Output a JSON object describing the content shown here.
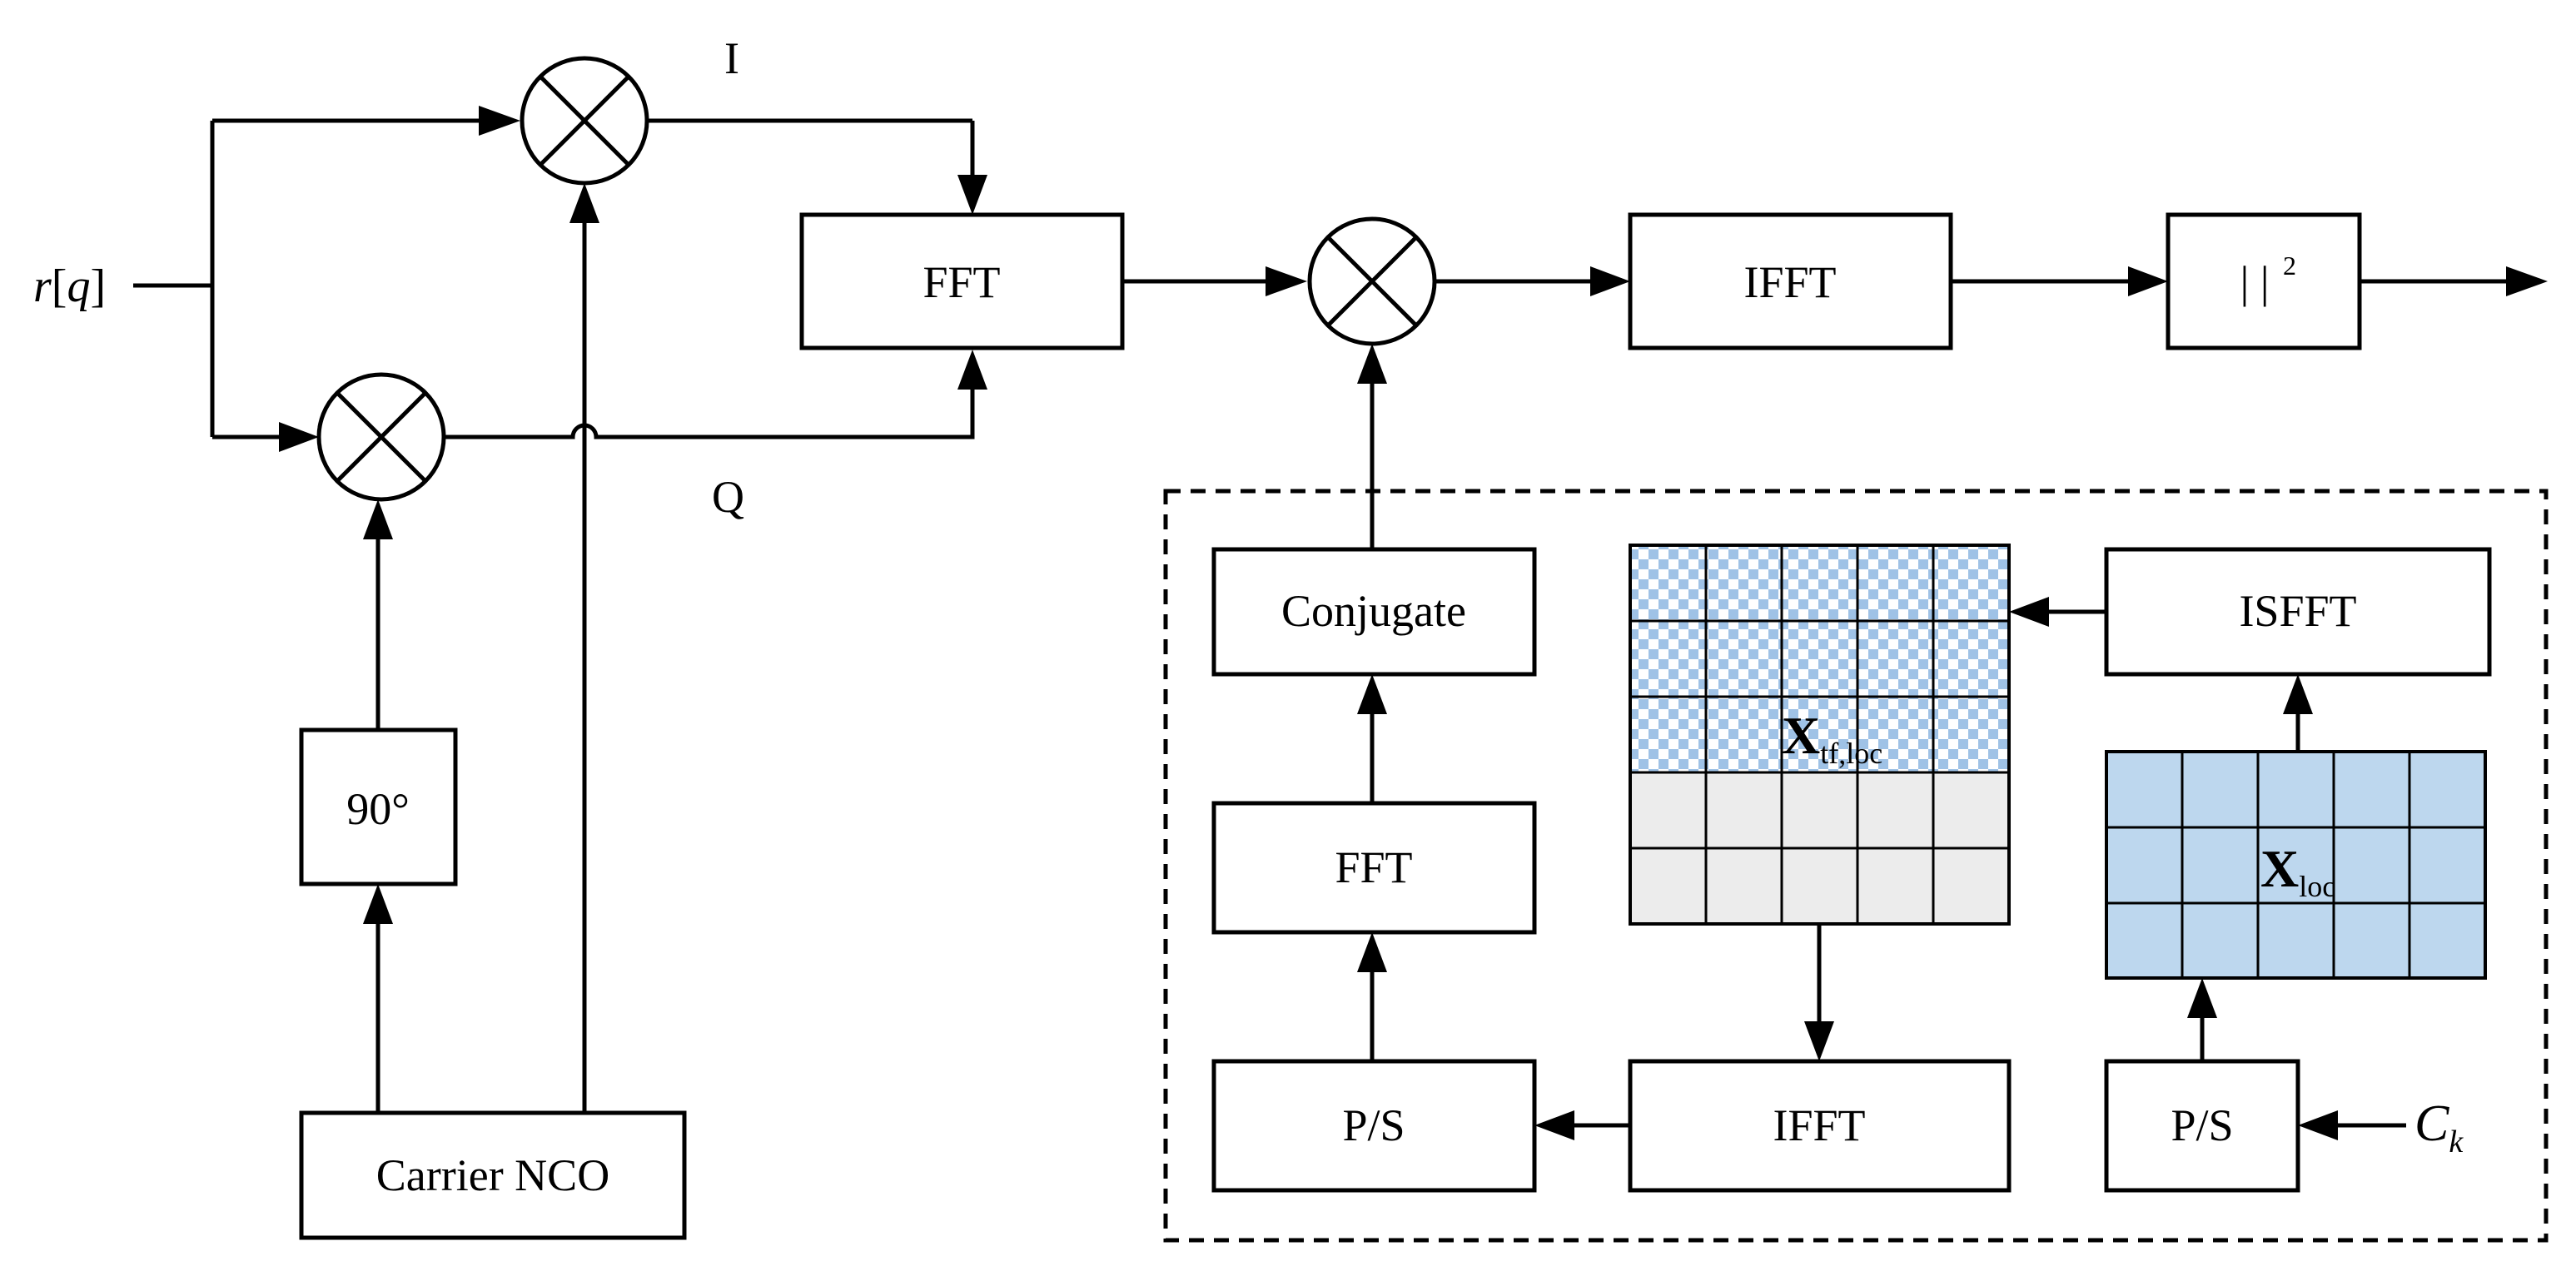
{
  "diagram": {
    "input_signal": {
      "base": "r",
      "open": "[",
      "var": "q",
      "close": "]"
    },
    "i_label": "I",
    "q_label": "Q",
    "blocks": {
      "fft_top": "FFT",
      "ifft_top": "IFFT",
      "mag_sq": "| |",
      "mag_sq_exp": "2",
      "phase_shift": "90°",
      "carrier_nco": "Carrier NCO",
      "conjugate": "Conjugate",
      "fft_bottom": "FFT",
      "ps_left": "P/S",
      "ifft_bottom": "IFFT",
      "isfft": "ISFFT",
      "ps_right": "P/S"
    },
    "matrices": {
      "x_tf_loc": {
        "base": "X",
        "sub": "tf,loc"
      },
      "x_loc": {
        "base": "X",
        "sub": "loc"
      }
    },
    "code_input": {
      "base": "C",
      "sub": "k"
    },
    "colors": {
      "hatched_cell": "#a9c8e8",
      "loc_cell": "#bdd7ee",
      "empty_cell": "#ececec",
      "line": "#000000"
    }
  }
}
